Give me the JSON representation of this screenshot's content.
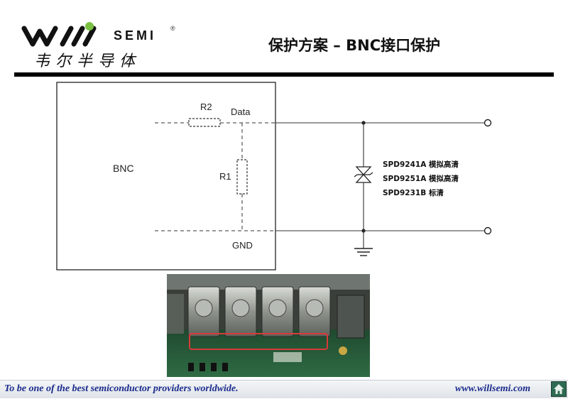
{
  "header": {
    "logo_text": "SEMI",
    "logo_registered": "®",
    "logo_chinese": "韦尔半导体",
    "title": "保护方案 – BNC接口保护"
  },
  "diagram": {
    "labels": {
      "bnc": "BNC",
      "r1": "R1",
      "r2": "R2",
      "data": "Data",
      "gnd": "GND"
    },
    "parts": [
      "SPD9241A 模拟高清",
      "SPD9251A 模拟高清",
      "SPD9231B 标清"
    ]
  },
  "photo": {
    "description_icon": "pcb-photo"
  },
  "footer": {
    "tagline": "To be one of the best semiconductor providers worldwide.",
    "url": "www.willsemi.com",
    "home_icon": "home-icon"
  },
  "colors": {
    "logo_green": "#7ac142",
    "footer_text": "#1a2a8c",
    "rule": "#000000",
    "roi_box": "#d83a3a"
  }
}
